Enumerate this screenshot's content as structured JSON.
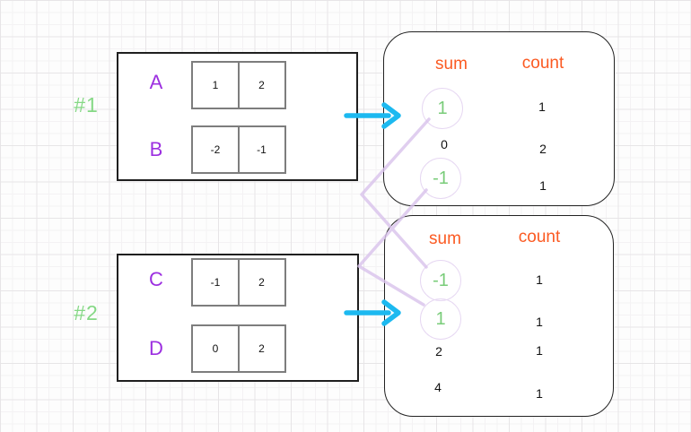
{
  "colors": {
    "purple_letters": "#9c2fe0",
    "green_values": "#79cc79",
    "green_tags": "#85d885",
    "orange_headers": "#fb5a22",
    "cyan_arrow": "#1cb9f0",
    "lavender_links": "#d9c3ec",
    "box_border": "#1f1f1f",
    "cell_border": "#7d7d7d"
  },
  "groups": [
    {
      "tag": "#1",
      "arrays": [
        {
          "label": "A",
          "cells": [
            "1",
            "2"
          ]
        },
        {
          "label": "B",
          "cells": [
            "-2",
            "-1"
          ]
        }
      ]
    },
    {
      "tag": "#2",
      "arrays": [
        {
          "label": "C",
          "cells": [
            "-1",
            "2"
          ]
        },
        {
          "label": "D",
          "cells": [
            "0",
            "2"
          ]
        }
      ]
    }
  ],
  "maps": [
    {
      "sum_header": "sum",
      "count_header": "count",
      "rows": [
        {
          "sum": "1",
          "count": "1",
          "circled": true
        },
        {
          "sum": "0",
          "count": "2",
          "circled": false
        },
        {
          "sum": "-1",
          "count": "1",
          "circled": true
        }
      ]
    },
    {
      "sum_header": "sum",
      "count_header": "count",
      "rows": [
        {
          "sum": "-1",
          "count": "1",
          "circled": true
        },
        {
          "sum": "1",
          "count": "1",
          "circled": true
        },
        {
          "sum": "2",
          "count": "1",
          "circled": false
        },
        {
          "sum": "4",
          "count": "1",
          "circled": false
        }
      ]
    }
  ],
  "icons": {
    "arrow_top": "right-arrow-icon",
    "arrow_bottom": "right-arrow-icon",
    "links": [
      "sum-1-to-sum-neg1-link",
      "sum-neg1-to-sum-1-link"
    ]
  }
}
